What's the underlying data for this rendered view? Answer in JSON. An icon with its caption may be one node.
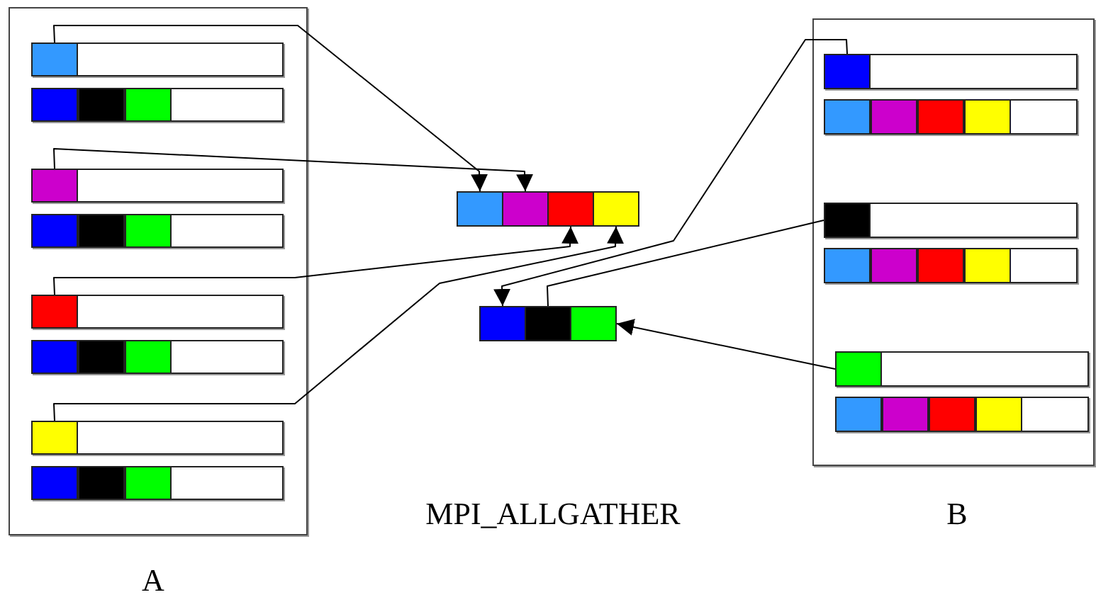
{
  "diagram": {
    "nodes": [
      {
        "text": [],
        "shape": "box"
      },
      {
        "text": [],
        "shape": "bar",
        "in": 0
      },
      {
        "text": [],
        "shape": "box",
        "in": 1
      },
      {
        "text": [],
        "shape": "bar",
        "in": 0
      },
      {
        "text": [],
        "shape": "bar",
        "in": 0
      },
      {
        "text": [],
        "shape": "box",
        "in": 4
      },
      {
        "text": [],
        "shape": "bar",
        "in": 0
      },
      {
        "text": [],
        "shape": "bar",
        "in": 0
      },
      {
        "text": [],
        "shape": "box",
        "in": 7
      },
      {
        "text": [],
        "shape": "bar",
        "in": 0
      },
      {
        "text": [],
        "shape": "bar",
        "in": 0
      },
      {
        "text": [],
        "shape": "box",
        "in": 10
      },
      {
        "text": [],
        "shape": "bar",
        "in": 0
      },
      {
        "text": [],
        "shape": "box"
      },
      {
        "text": [],
        "shape": "bar",
        "in": 13
      },
      {
        "text": [],
        "shape": "box",
        "in": 14
      },
      {
        "text": [],
        "shape": "bar",
        "in": 13
      },
      {
        "text": [],
        "shape": "bar",
        "in": 13
      },
      {
        "text": [],
        "shape": "box",
        "in": 17
      },
      {
        "text": [],
        "shape": "bar",
        "in": 13
      },
      {
        "text": [],
        "shape": "bar",
        "in": 13
      },
      {
        "text": [],
        "shape": "box",
        "in": 20
      },
      {
        "text": [],
        "shape": "bar",
        "in": 13
      },
      {
        "text": [],
        "shape": "box"
      },
      {
        "text": [],
        "shape": "box"
      },
      {
        "text": [],
        "shape": "box"
      },
      {
        "text": [],
        "shape": "box"
      },
      {
        "text": [],
        "shape": "box"
      },
      {
        "text": [],
        "shape": "box"
      },
      {
        "text": [],
        "shape": "box"
      }
    ],
    "edges": [
      {
        "from": 2,
        "to": 23,
        "arrow": "to"
      },
      {
        "from": 5,
        "to": 24,
        "arrow": "to"
      },
      {
        "from": 8,
        "to": 25,
        "arrow": "to"
      },
      {
        "from": 11,
        "to": 26,
        "arrow": "to"
      },
      {
        "from": 15,
        "to": 27,
        "arrow": "to"
      },
      {
        "from": 18,
        "to": 28,
        "arrow": "none"
      },
      {
        "from": 21,
        "to": 29,
        "arrow": "to"
      }
    ],
    "labels": [
      "MPI_ALLGATHER",
      "B",
      "A"
    ]
  }
}
